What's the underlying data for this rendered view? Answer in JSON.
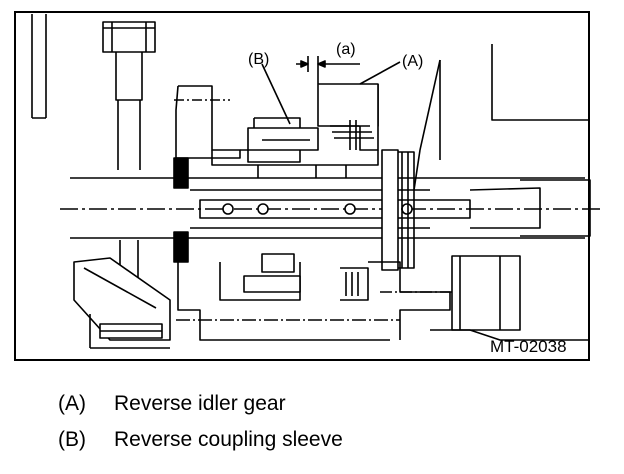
{
  "diagram": {
    "figure_id": "MT-02038",
    "callouts": {
      "a": "(A)",
      "b": "(B)",
      "clearance": "(a)"
    }
  },
  "legend": [
    {
      "key": "(A)",
      "text": "Reverse idler gear"
    },
    {
      "key": "(B)",
      "text": "Reverse coupling sleeve"
    }
  ]
}
